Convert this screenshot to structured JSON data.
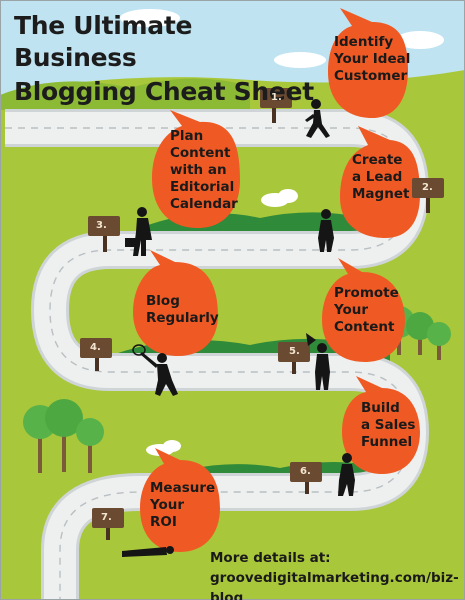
{
  "title": {
    "line1": "The Ultimate Business",
    "line2": "Blogging Cheat Sheet"
  },
  "steps": [
    {
      "number": "1.",
      "text": [
        "Identify",
        "Your Ideal",
        "Customer"
      ]
    },
    {
      "number": "2.",
      "text": [
        "Create",
        "a Lead",
        "Magnet"
      ]
    },
    {
      "number": "3.",
      "text": [
        "Plan",
        "Content",
        "with an",
        "Editorial",
        "Calendar"
      ]
    },
    {
      "number": "4.",
      "text": [
        "Blog",
        "Regularly"
      ]
    },
    {
      "number": "5.",
      "text": [
        "Promote",
        "Your",
        "Content"
      ]
    },
    {
      "number": "6.",
      "text": [
        "Build",
        "a Sales",
        "Funnel"
      ]
    },
    {
      "number": "7.",
      "text": [
        "Measure",
        "Your",
        "ROI"
      ]
    }
  ],
  "footer": {
    "line1": "More details at:",
    "line2": "groovedigitalmarketing.com/biz-blog"
  },
  "colors": {
    "sky": "#bfe3f1",
    "grass": "#a9c73a",
    "grass_dark": "#2f8a3a",
    "road": "#e9ecec",
    "road_edge": "#cfd4d6",
    "bubble": "#ef5a24",
    "sign": "#6b4a32",
    "tree_green": "#58b24a",
    "trunk": "#7a5a3a"
  }
}
